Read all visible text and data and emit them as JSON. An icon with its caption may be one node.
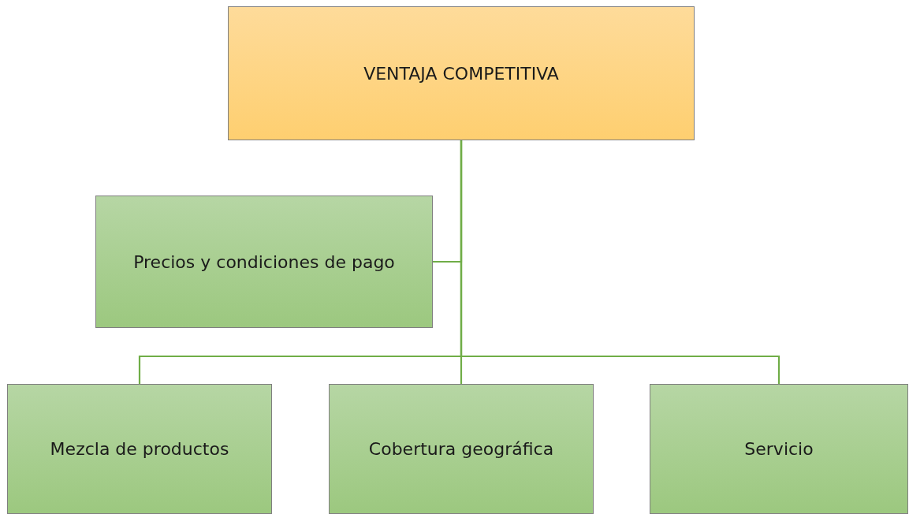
{
  "diagram": {
    "nodes": [
      {
        "text": [
          "VENTAJA COMPETITIVA"
        ]
      },
      {
        "text": [
          "Precios y condiciones de pago"
        ]
      },
      {
        "text": [
          "Mezcla de productos"
        ]
      },
      {
        "text": [
          "Cobertura geográfica"
        ]
      },
      {
        "text": [
          "Servicio"
        ]
      }
    ],
    "edges": [
      {
        "from": 0,
        "to": 1,
        "arrow": "none"
      },
      {
        "from": 0,
        "to": 2,
        "arrow": "none"
      },
      {
        "from": 0,
        "to": 3,
        "arrow": "none"
      },
      {
        "from": 0,
        "to": 4,
        "arrow": "none"
      }
    ]
  }
}
